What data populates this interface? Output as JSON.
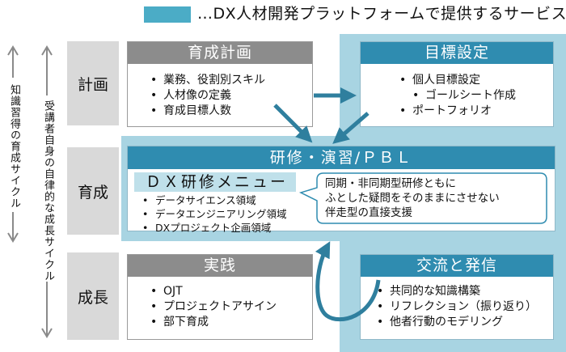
{
  "legend": {
    "text": "…DX人材開発プラットフォームで提供するサービス",
    "color": "#4bacc6"
  },
  "side_labels": {
    "left": "知識習得の育成サイクル",
    "right": "受講者自身の自律的な成長サイクル"
  },
  "rows": [
    "計画",
    "育成",
    "成長"
  ],
  "plan_box": {
    "title": "育成計画",
    "items": [
      "業務、役割別スキル",
      "人材像の定義",
      "育成目標人数"
    ]
  },
  "goal_box": {
    "title": "目標設定",
    "items": [
      "個人目標設定",
      "ゴールシート作成",
      "ポートフォリオ"
    ]
  },
  "training": {
    "title": "研修・演習/ＰＢＬ",
    "menu_title": "ＤＸ研修メニュー",
    "menu_items": [
      "データサイエンス領域",
      "データエンジニアリング領域",
      "DXプロジェクト企画領域"
    ],
    "callout": [
      "同期・非同期型研修ともに",
      "ふとした疑問をそのままにさせない",
      "伴走型の直接支援"
    ]
  },
  "practice_box": {
    "title": "実践",
    "items": [
      "OJT",
      "プロジェクトアサイン",
      "部下育成"
    ]
  },
  "exchange_box": {
    "title": "交流と発信",
    "items": [
      "共同的な知識構築",
      "リフレクション（振り返り）",
      "他者行動のモデリング"
    ]
  },
  "colors": {
    "platform": "#a8d4e2",
    "accent": "#2f8cb0",
    "gray_header": "#8c8c8c",
    "row_label": "#d9d9d9"
  }
}
